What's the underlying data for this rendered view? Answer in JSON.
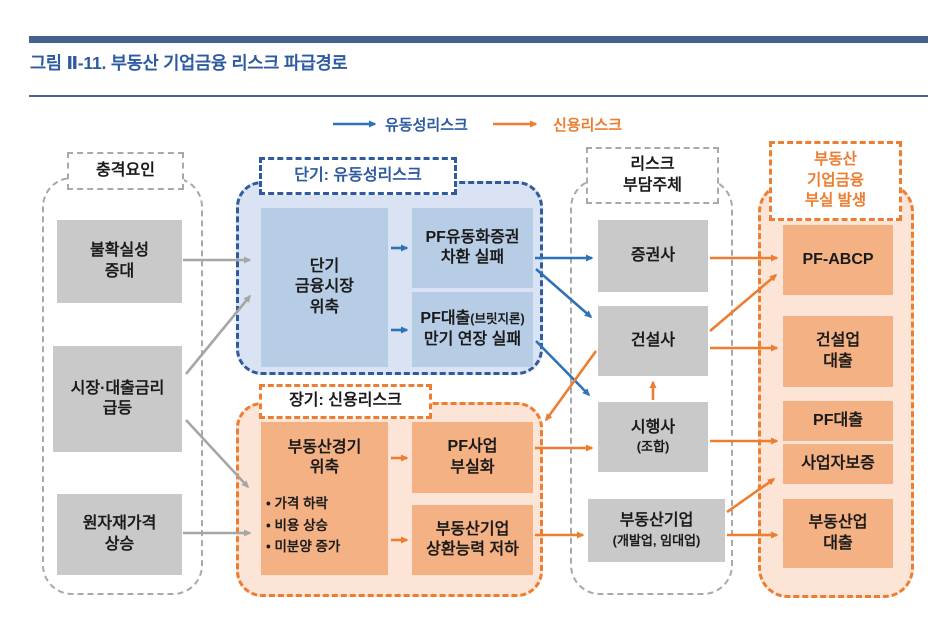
{
  "figure": {
    "title": "그림 Ⅱ-11. 부동산 기업금융 리스크 파급경로"
  },
  "legend": {
    "liquidity_label": "유동성리스크",
    "credit_label": "신용리스크"
  },
  "shock_group": {
    "label": "충격요인",
    "box1": "불확실성\n증대",
    "box2": "시장·대출금리\n급등",
    "box3": "원자재가격\n상승"
  },
  "short_term_group": {
    "label": "단기: 유동성리스크",
    "main_box": "단기\n금융시장\n위축",
    "outcome1": "PF유동화증권\n차환 실패",
    "outcome2_main": "PF대출",
    "outcome2_paren": "(브릿지론)",
    "outcome2_line2": "만기 연장 실패"
  },
  "long_term_group": {
    "label": "장기: 신용리스크",
    "main_box": "부동산경기\n위축",
    "bullet1": "• 가격 하락",
    "bullet2": "• 비용 상승",
    "bullet3": "• 미분양 증가",
    "outcome1": "PF사업\n부실화",
    "outcome2": "부동산기업\n상환능력 저하"
  },
  "risk_bearers": {
    "label": "리스크\n부담주체",
    "box1": "증권사",
    "box2": "건설사",
    "box3_main": "시행사",
    "box3_sub": "(조합)",
    "box4_main": "부동산기업",
    "box4_sub": "(개발업, 임대업)"
  },
  "distress_group": {
    "label": "부동산\n기업금융\n부실 발생",
    "box1": "PF-ABCP",
    "box2": "건설업\n대출",
    "box3": "PF대출",
    "box4": "사업자보증",
    "box5": "부동산업\n대출"
  },
  "colors": {
    "navy_bar": "#45618e",
    "title_text": "#2d5aa1",
    "blue_border": "#2f5b9e",
    "blue_container_fill": "#dae3f3",
    "blue_box_fill": "#b7cde6",
    "blue_arrow": "#2e73b8",
    "orange": "#ed7d31",
    "orange_box_fill": "#f4b183",
    "orange_container_fill": "#fce5d6",
    "gray_box_fill": "#c9c9c9",
    "gray_dash": "#a9a9a9",
    "gray_arrow": "#a6a6a6"
  }
}
